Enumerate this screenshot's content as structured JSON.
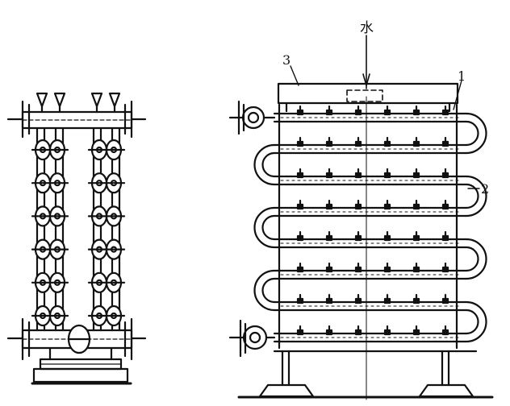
{
  "labels": {
    "water": "水",
    "part_1": "1",
    "part_2": "2",
    "part_3": "3"
  },
  "colors": {
    "ink": "#111111",
    "paper": "#ffffff"
  },
  "views": {
    "side_view": {
      "columns": 2,
      "tiers": 6
    },
    "front_view": {
      "tube_rows": 8,
      "elements_per_row": 6
    }
  }
}
